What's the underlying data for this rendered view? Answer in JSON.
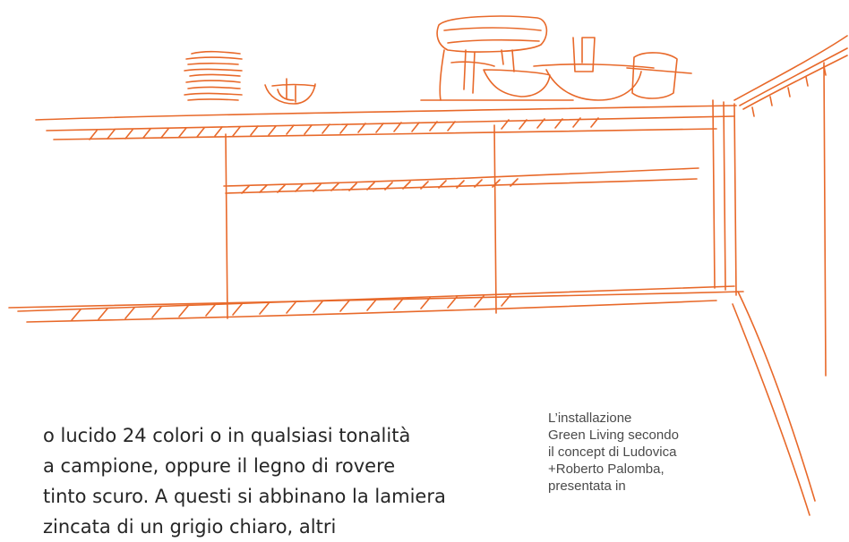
{
  "colors": {
    "sketch": "#e8692a",
    "text": "#262626",
    "caption": "#4a4a4a",
    "background": "#ffffff"
  },
  "body_text": {
    "lines": [
      "o lucido 24 colori o in qualsiasi tonalità",
      "a campione, oppure il legno di rovere",
      "tinto scuro. A questi si abbinano la lamiera",
      "zincata di un grigio chiaro, altri"
    ]
  },
  "caption": {
    "lines": [
      "L’installazione",
      "Green Living secondo",
      "il concept di Ludovica",
      "+Roberto Palomba,",
      "presentata in"
    ]
  }
}
